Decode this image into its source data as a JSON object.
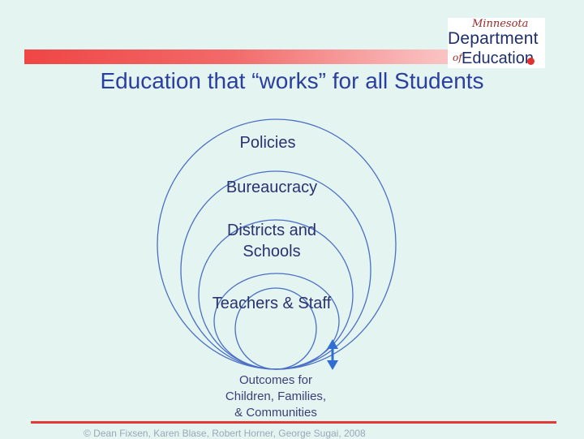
{
  "logo": {
    "script": "Minnesota",
    "department": "Department",
    "of": "of",
    "education": "Education"
  },
  "title": "Education that “works” for all Students",
  "diagram": {
    "layers": [
      "Policies",
      "Bureaucracy",
      "Districts and\nSchools",
      "Teachers & Staff"
    ],
    "outcome": "Outcomes for\nChildren, Families,\n& Communities"
  },
  "footer": {
    "copyright": "© Dean Fixsen, Karen Blase, Robert Horner, George Sugai, 2008"
  },
  "colors": {
    "accent": "#e53935",
    "title": "#2b3f9e",
    "ring_stroke": "#4a6fc4",
    "background": "#e4f4f1"
  }
}
